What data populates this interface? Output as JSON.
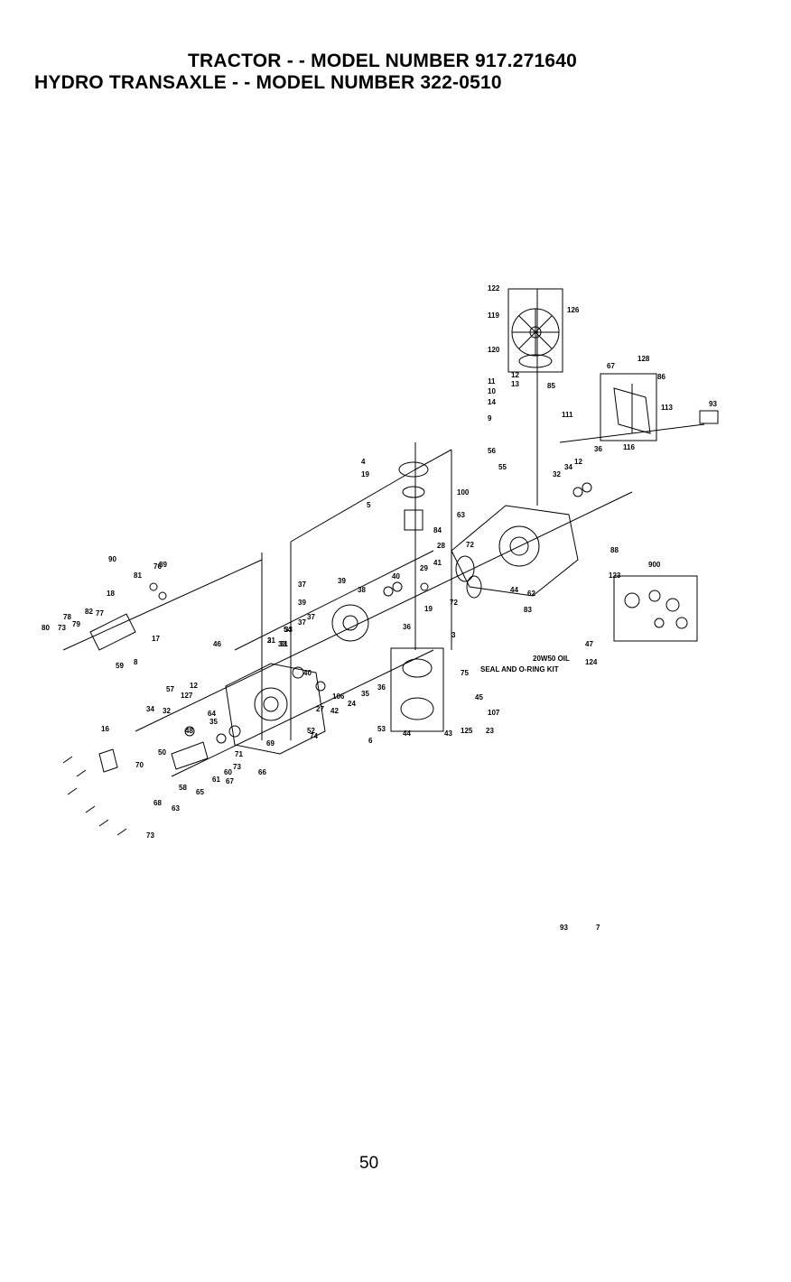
{
  "header": {
    "title_line1": "TRACTOR - - MODEL NUMBER 917.271640",
    "title_line2": "HYDRO TRANSAXLE - - MODEL NUMBER 322-0510"
  },
  "diagram": {
    "callouts": [
      "122",
      "119",
      "126",
      "120",
      "12",
      "11",
      "13",
      "85",
      "10",
      "14",
      "111",
      "9",
      "67",
      "128",
      "86",
      "113",
      "93",
      "56",
      "55",
      "36",
      "12",
      "34",
      "32",
      "116",
      "4",
      "19",
      "5",
      "100",
      "63",
      "84",
      "28",
      "72",
      "41",
      "29",
      "88",
      "123",
      "900",
      "90",
      "81",
      "76",
      "89",
      "18",
      "82",
      "77",
      "78",
      "79",
      "80",
      "73",
      "17",
      "31",
      "33",
      "37",
      "39",
      "39",
      "38",
      "40",
      "37",
      "54",
      "36",
      "44",
      "62",
      "83",
      "19",
      "72",
      "3",
      "46",
      "2",
      "31",
      "33",
      "37",
      "40",
      "36",
      "35",
      "106",
      "24",
      "27",
      "42",
      "52",
      "53",
      "6",
      "44",
      "43",
      "125",
      "45",
      "107",
      "23",
      "75",
      "47",
      "124",
      "57",
      "127",
      "12",
      "34",
      "32",
      "64",
      "35",
      "48",
      "50",
      "70",
      "71",
      "73",
      "60",
      "61",
      "67",
      "65",
      "58",
      "68",
      "63",
      "69",
      "66",
      "74",
      "59",
      "8",
      "16",
      "73",
      "93",
      "7"
    ],
    "notes": [
      "20W50 OIL",
      "SEAL AND O-RING KIT"
    ]
  },
  "footer": {
    "page_number": "50"
  }
}
